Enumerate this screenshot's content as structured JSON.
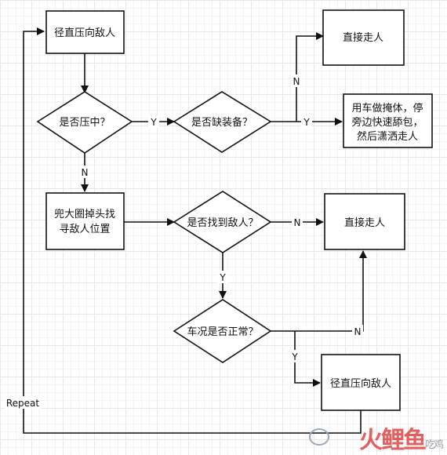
{
  "nodes": {
    "start": "径直压向敌人",
    "press_q": "是否压中？",
    "gear_q": "是否缺装备？",
    "leave1": "直接走人",
    "cover": [
      "用车做掩体，停",
      "旁边快速舔包，",
      "然后潇洒走人"
    ],
    "detour": [
      "兜大圈掉头找",
      "寻敌人位置"
    ],
    "found_q": "是否找到敌人？",
    "leave2": "直接走人",
    "car_q": "车况是否正常？",
    "press2": "径直压向敌人"
  },
  "labels": {
    "y1": "Y",
    "n_gear": "N",
    "y_gear": "Y",
    "n_press": "N",
    "n_found": "N",
    "y_found": "Y",
    "n_car": "N",
    "y_car": "Y",
    "repeat": "Repeat"
  },
  "watermark": {
    "text": "火鲤鱼",
    "caption": "吃鸡"
  },
  "colors": {
    "stroke": "#111111",
    "fill": "#ffffff",
    "watermark": "#e04545"
  }
}
